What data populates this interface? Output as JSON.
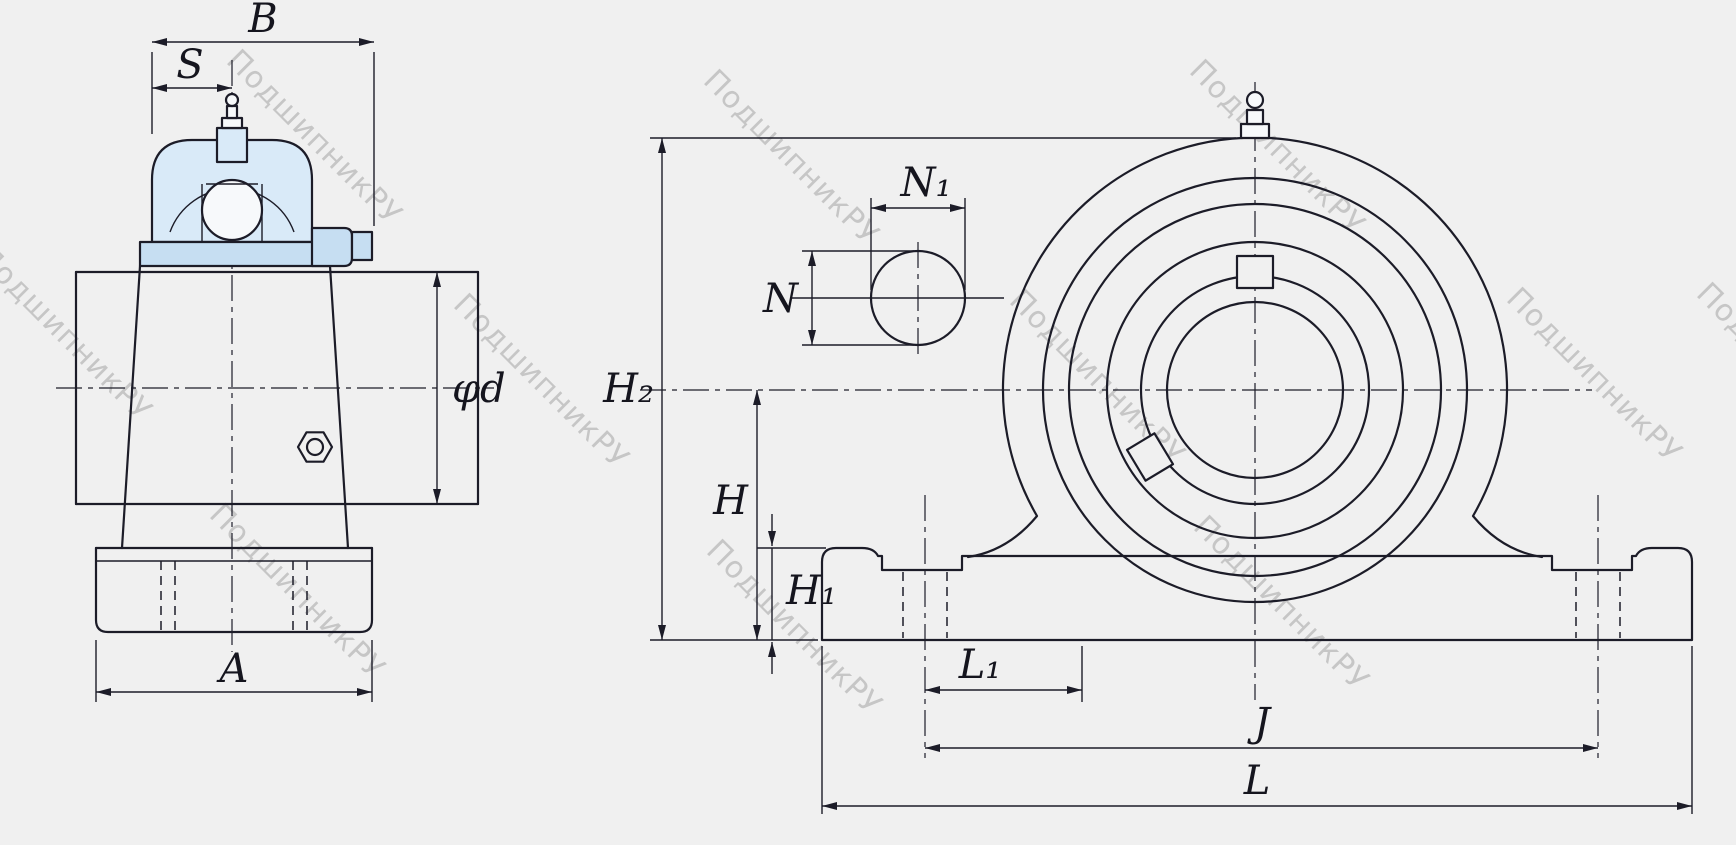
{
  "watermark_text": "ПодшипникРУ",
  "colors": {
    "background": "#f0f0f0",
    "line": "#1c1c28",
    "insert_fill": "#d9eaf8",
    "insert_fill_dark": "#c6def2",
    "white_fill": "#f7f9fb",
    "watermark": "#bfbfbf"
  },
  "side_view": {
    "labels": {
      "width_b": "B",
      "width_s": "S",
      "base_width_a": "A",
      "shaft_diameter": "φd"
    }
  },
  "front_view": {
    "labels": {
      "slot_length_n1": "N₁",
      "slot_width_n": "N",
      "height_h2": "H₂",
      "center_height_h": "H",
      "base_height_h1": "H₁",
      "bolt_offset_l1": "L₁",
      "bolt_spacing_j": "J",
      "total_length_l": "L"
    }
  }
}
